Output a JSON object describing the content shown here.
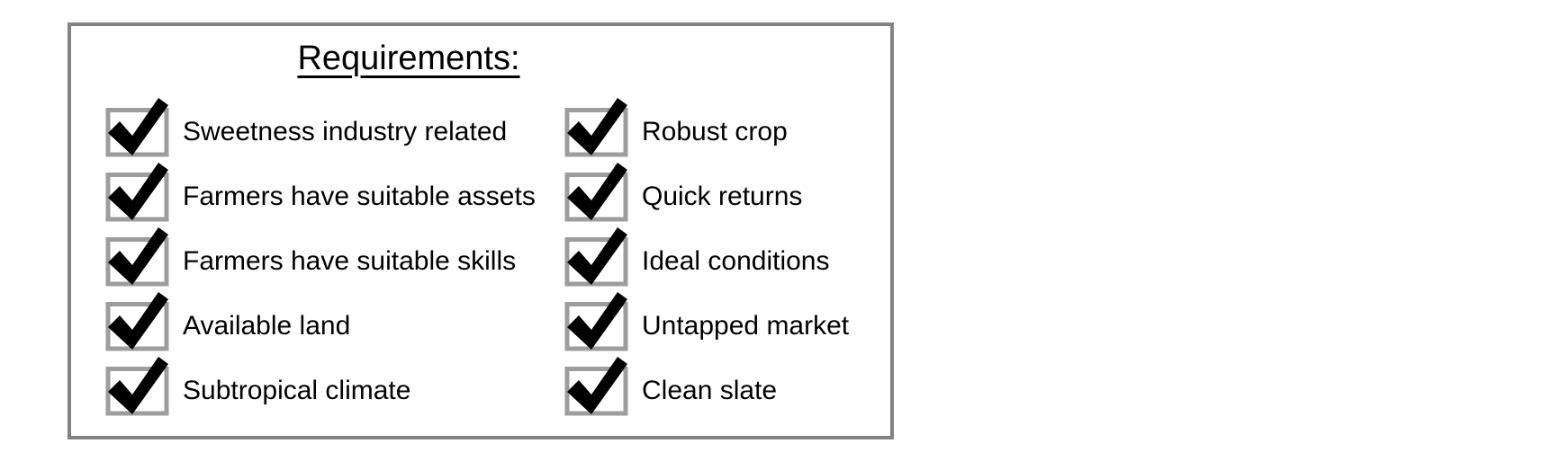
{
  "title": "Requirements:",
  "checklist": {
    "left": [
      "Sweetness industry related",
      "Farmers have suitable assets",
      "Farmers have suitable skills",
      "Available land",
      "Subtropical climate"
    ],
    "right": [
      "Robust crop",
      "Quick returns",
      "Ideal conditions",
      "Untapped market",
      "Clean slate"
    ]
  },
  "icons": {
    "checkbox": "checked-checkbox-icon"
  },
  "colors": {
    "frame_border": "#828282",
    "checkbox_border": "#9d9d9d",
    "checkmark": "#000000",
    "text": "#000000",
    "background": "#ffffff"
  }
}
